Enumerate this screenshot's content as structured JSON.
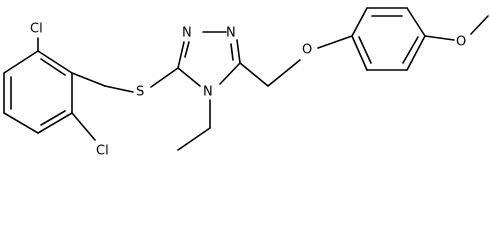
{
  "molecule": {
    "atom_labels": {
      "cl_top": "Cl",
      "cl_bottom": "Cl",
      "s_thioether": "S",
      "n_triazole_1": "N",
      "n_triazole_2": "N",
      "n_triazole_4": "N",
      "o_ether": "O",
      "o_methoxy": "O"
    }
  },
  "colors": {
    "bond": "#000000",
    "label": "#000000",
    "background": "#ffffff"
  }
}
